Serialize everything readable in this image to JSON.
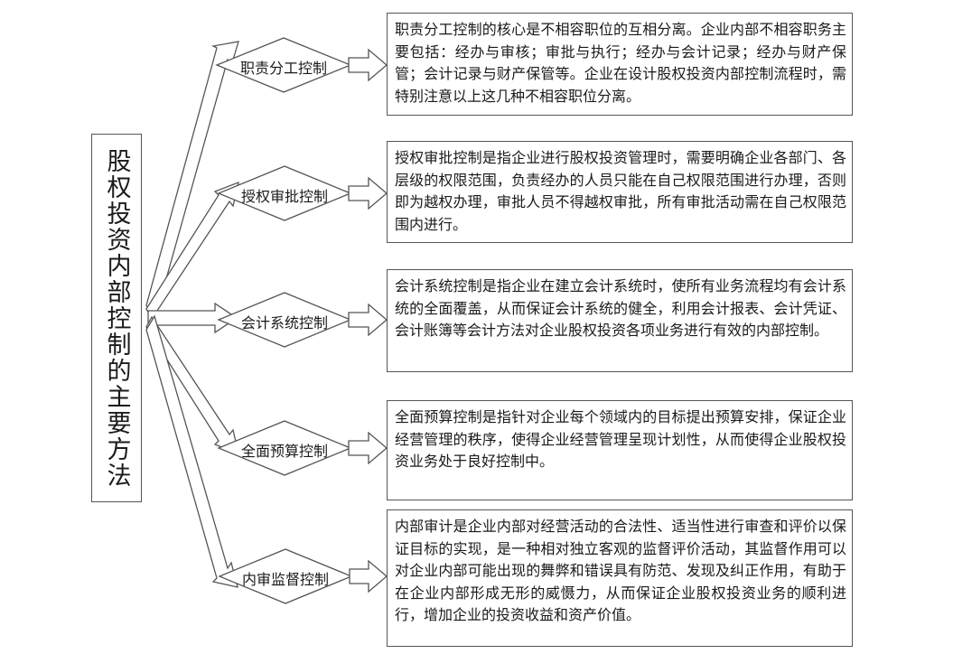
{
  "root_title": "股权投资内部控制的主要方法",
  "methods": [
    {
      "label": "职责分工控制",
      "description": "职责分工控制的核心是不相容职位的互相分离。企业内部不相容职务主要包括：经办与审核；审批与执行；经办与会计记录；经办与财产保管；会计记录与财产保管等。企业在设计股权投资内部控制流程时，需特别注意以上这几种不相容职位分离。"
    },
    {
      "label": "授权审批控制",
      "description": "授权审批控制是指企业进行股权投资管理时，需要明确企业各部门、各层级的权限范围，负责经办的人员只能在自己权限范围进行办理，否则即为越权办理，审批人员不得越权审批，所有审批活动需在自己权限范围内进行。"
    },
    {
      "label": "会计系统控制",
      "description": "会计系统控制是指企业在建立会计系统时，使所有业务流程均有会计系统的全面覆盖，从而保证会计系统的健全，利用会计报表、会计凭证、会计账簿等会计方法对企业股权投资各项业务进行有效的内部控制。"
    },
    {
      "label": "全面预算控制",
      "description": "全面预算控制是指针对企业每个领域内的目标提出预算安排，保证企业经营管理的秩序，使得企业经营管理呈现计划性，从而使得企业股权投资业务处于良好控制中。"
    },
    {
      "label": "内审监督控制",
      "description": "内部审计是企业内部对经营活动的合法性、适当性进行审查和评价以保证目标的实现，是一种相对独立客观的监督评价活动，其监督作用可以对企业内部可能出现的舞弊和错误具有防范、发现及纠正作用，有助于在企业内部形成无形的威慑力，从而保证企业股权投资业务的顺利进行，增加企业的投资收益和资产价值。"
    }
  ]
}
